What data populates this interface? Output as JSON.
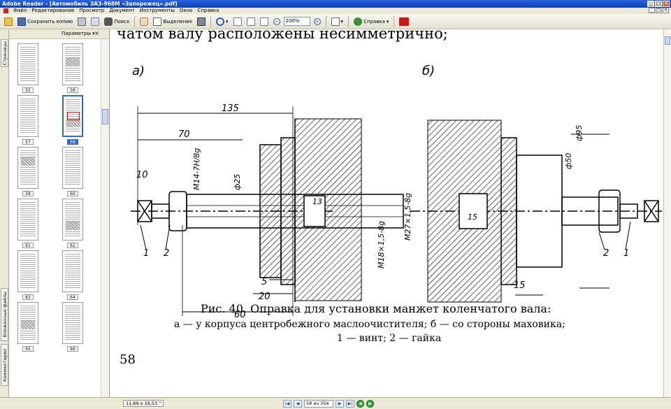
{
  "window": {
    "title": "Adobe Reader - [Автомобиль ЗАЗ-968М «Запорожец».pdf]",
    "buttons": [
      "_",
      "□",
      "×"
    ]
  },
  "menu": {
    "items": [
      "Файл",
      "Редактирование",
      "Просмотр",
      "Документ",
      "Инструменты",
      "Окно",
      "Справка"
    ],
    "doc_buttons": [
      "_",
      "□",
      "×"
    ]
  },
  "toolbar": {
    "save_copy": "Сохранить копию",
    "search": "Поиск",
    "select": "Выделение",
    "zoom": "200%",
    "help": "Справка"
  },
  "side_tabs": {
    "pages": "Страницы",
    "attachments": "Вложенные файлы",
    "comments": "Комментарии"
  },
  "thumbnails": {
    "params_label": "Параметры ▾",
    "pages": [
      {
        "label": "55"
      },
      {
        "label": "56"
      },
      {
        "label": "57"
      },
      {
        "label": "58",
        "selected": true
      },
      {
        "label": "59"
      },
      {
        "label": "60"
      },
      {
        "label": "61"
      },
      {
        "label": "62"
      },
      {
        "label": "63"
      },
      {
        "label": "64"
      },
      {
        "label": "65"
      },
      {
        "label": "66"
      }
    ]
  },
  "page": {
    "top_text": "чатом валу расположены несимметрично;",
    "fig_a": "а)",
    "fig_b": "б)",
    "dims": {
      "d135": "135",
      "d70": "70",
      "d10": "10",
      "dM14": "М14-7Н/8g",
      "d25": "ф25",
      "d13": "13",
      "dM18": "М18×1,5-8g",
      "d5": "5",
      "d20": "20",
      "d60": "60",
      "d95": "ф95",
      "d50": "ф50",
      "dM27": "М27×1,5-8g",
      "d15a": "15",
      "d15b": "15",
      "p1": "1",
      "p2": "2",
      "p1b": "1",
      "p2b": "2"
    },
    "caption_line1": "Рис. 40. Оправка для установки манжет коленчатого вала:",
    "caption_line2": "а — у корпуса центробежного маслоочистителя; б — со стороны маховика;",
    "caption_line3": "1 — винт; 2 — гайка",
    "page_number": "58"
  },
  "status": {
    "page_size": "11,69 x 16,53 \"",
    "current_page": "58 из 354"
  },
  "colors": {
    "title_bar": "#0a3fb8",
    "selection": "#316ac5"
  }
}
